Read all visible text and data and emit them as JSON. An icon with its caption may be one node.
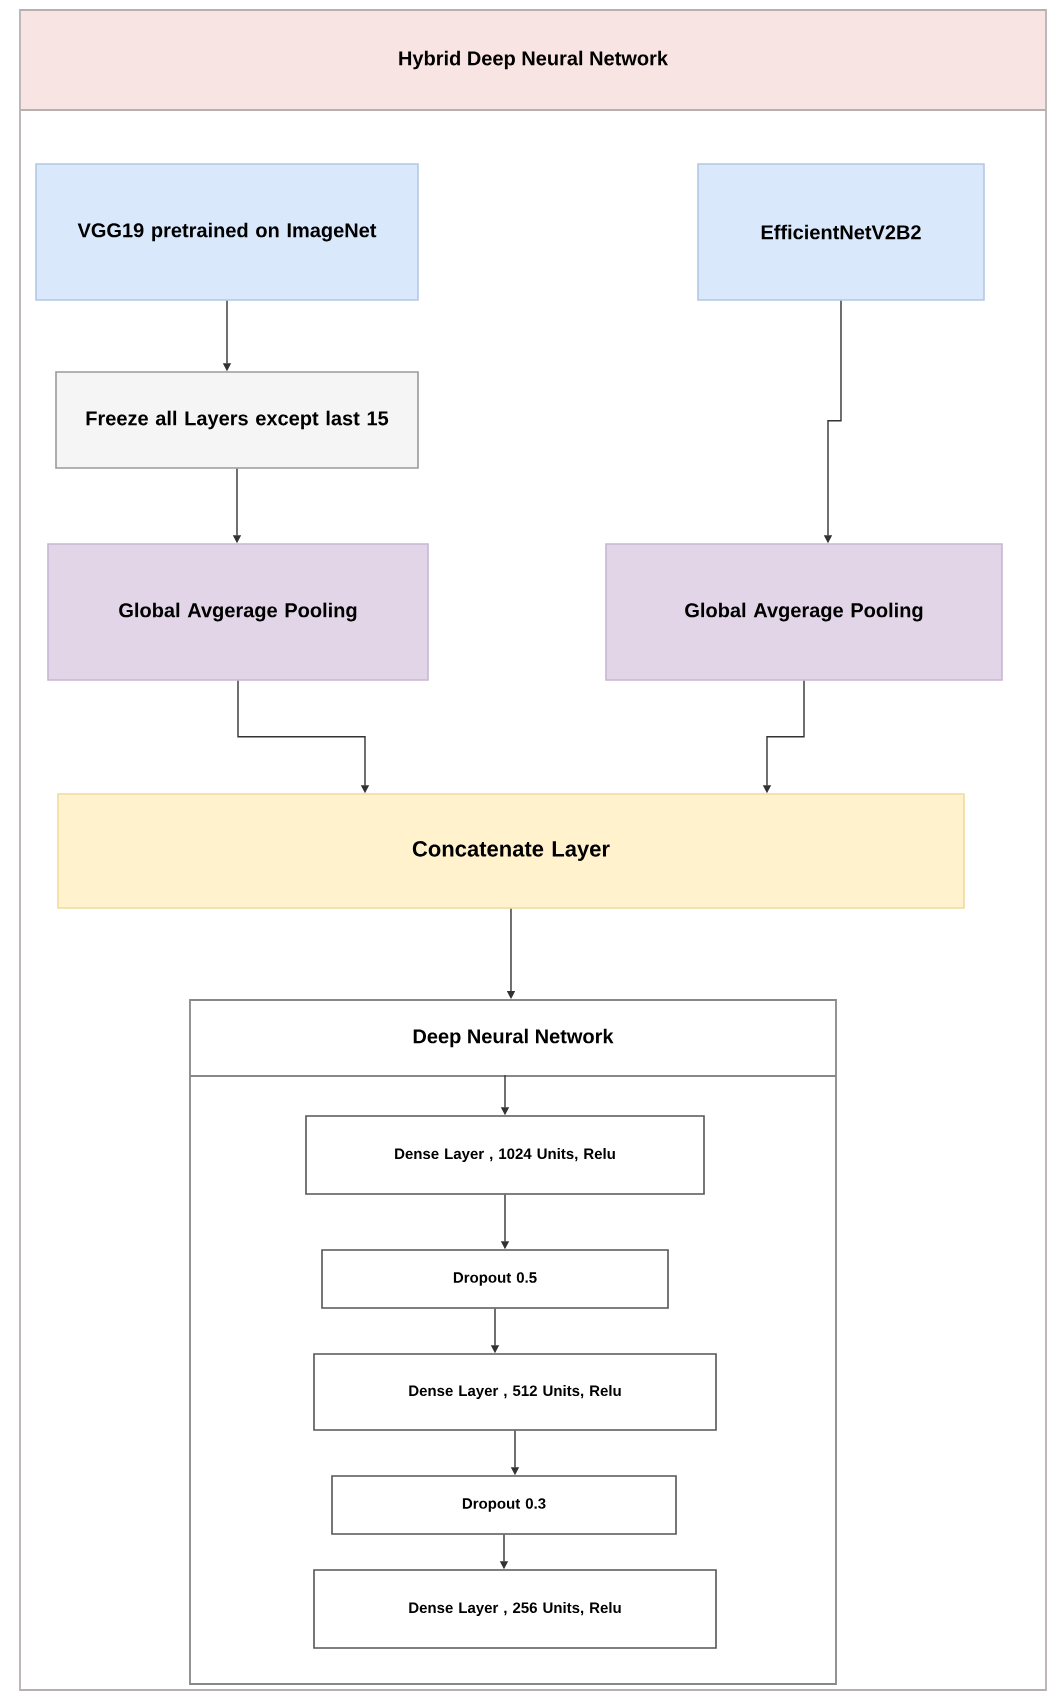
{
  "diagram": {
    "nodes": [
      {
        "text": [
          "Hybrid Deep Neural Network"
        ]
      },
      {
        "text": [
          "VGG19 pretrained on ImageNet"
        ],
        "in": 0
      },
      {
        "text": [
          "EfficientNetV2B2"
        ],
        "in": 0
      },
      {
        "text": [
          "Freeze all Layers except last 15"
        ],
        "in": 0
      },
      {
        "text": [
          "Global Avgerage Pooling"
        ],
        "in": 0
      },
      {
        "text": [
          "Global Avgerage Pooling"
        ],
        "in": 0
      },
      {
        "text": [
          "Concatenate Layer"
        ],
        "in": 0
      },
      {
        "text": [
          "Deep Neural Network"
        ],
        "in": 0
      },
      {
        "text": [
          "Dense Layer , 1024 Units, Relu"
        ],
        "in": 7
      },
      {
        "text": [
          "Dropout 0.5"
        ],
        "in": 7
      },
      {
        "text": [
          "Dense Layer , 512  Units, Relu"
        ],
        "in": 7
      },
      {
        "text": [
          "Dropout 0.3"
        ],
        "in": 7
      },
      {
        "text": [
          "Dense Layer , 256  Units, Relu"
        ],
        "in": 7
      }
    ],
    "edges": [
      {
        "from": 1,
        "to": 3,
        "arrow": "to"
      },
      {
        "from": 3,
        "to": 4,
        "arrow": "to"
      },
      {
        "from": 2,
        "to": 5,
        "arrow": "to"
      },
      {
        "from": 4,
        "to": 6,
        "arrow": "to"
      },
      {
        "from": 5,
        "to": 6,
        "arrow": "to"
      },
      {
        "from": 6,
        "to": 7,
        "arrow": "to"
      },
      {
        "from": null,
        "to": 8,
        "arrow": "to"
      },
      {
        "from": 8,
        "to": 9,
        "arrow": "to"
      },
      {
        "from": 9,
        "to": 10,
        "arrow": "to"
      },
      {
        "from": 10,
        "to": 11,
        "arrow": "to"
      },
      {
        "from": 11,
        "to": 12,
        "arrow": "to"
      }
    ]
  }
}
